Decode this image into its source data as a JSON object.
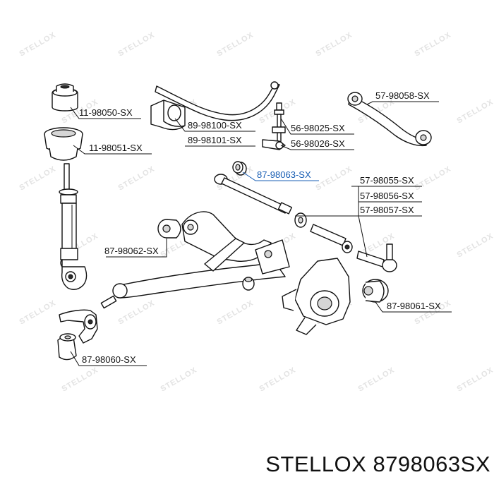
{
  "brand": "STELLOX",
  "article": "8798063SX",
  "watermark_text": "STELLOX",
  "highlight_color": "#1a5fb4",
  "labels": {
    "top_mount_upper": "11-98050-SX",
    "top_mount_lower": "11-98051-SX",
    "stab_bush_1": "89-98100-SX",
    "stab_bush_2": "89-98101-SX",
    "stab_link_1": "56-98025-SX",
    "stab_link_2": "56-98026-SX",
    "upper_arm": "57-98058-SX",
    "arm_bush_selected": "87-98063-SX",
    "rod_1": "57-98055-SX",
    "rod_2": "57-98056-SX",
    "rod_3": "57-98057-SX",
    "subframe_bush": "87-98062-SX",
    "knuckle_bush": "87-98061-SX",
    "shock_bush": "87-98060-SX"
  }
}
